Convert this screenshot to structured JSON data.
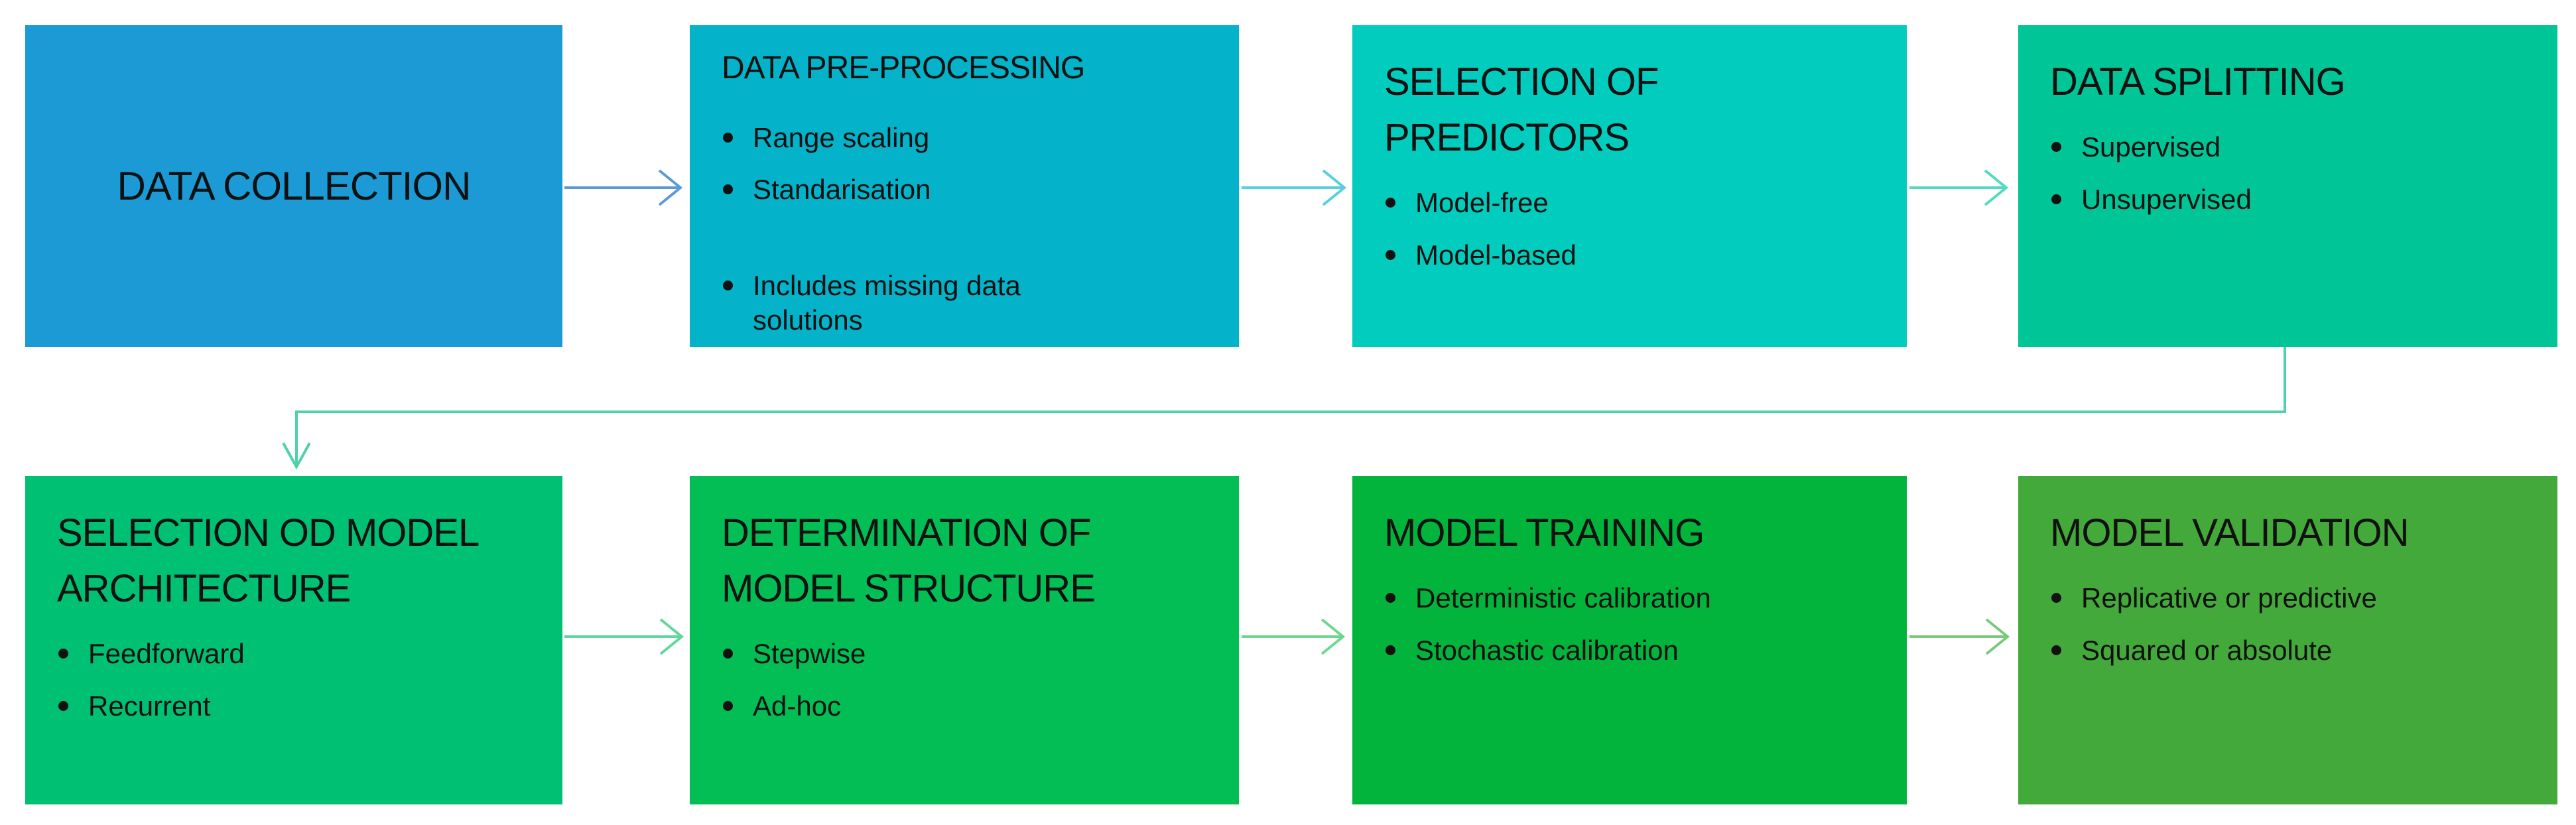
{
  "flowchart": {
    "background": "#ffffff",
    "text_color": "#111111",
    "boxes": [
      {
        "id": "data-collection",
        "title": "DATA COLLECTION",
        "bullets": [],
        "bg": "#1b9ad6"
      },
      {
        "id": "data-pre-processing",
        "title": "DATA PRE-PROCESSING",
        "bullets": [
          "Range scaling",
          "Standarisation",
          "",
          "Includes missing data\nsolutions"
        ],
        "bg": "#04b2c9"
      },
      {
        "id": "selection-of-predictors",
        "title": "SELECTION OF\nPREDICTORS",
        "bullets": [
          "Model-free",
          "Model-based"
        ],
        "bg": "#02ccbd"
      },
      {
        "id": "data-splitting",
        "title": "DATA SPLITTING",
        "bullets": [
          "Supervised",
          "Unsupervised"
        ],
        "bg": "#00c596"
      },
      {
        "id": "selection-od-model-architecture",
        "title": "SELECTION OD MODEL\nARCHITECTURE",
        "bullets": [
          "Feedforward",
          "Recurrent"
        ],
        "bg": "#00c073"
      },
      {
        "id": "determination-of-model-structure",
        "title": "DETERMINATION OF\nMODEL STRUCTURE",
        "bullets": [
          "Stepwise",
          "Ad-hoc"
        ],
        "bg": "#03bd55"
      },
      {
        "id": "model-training",
        "title": "MODEL TRAINING",
        "bullets": [
          "Deterministic calibration",
          "Stochastic calibration"
        ],
        "bg": "#02b43c"
      },
      {
        "id": "model-validation",
        "title": "MODEL VALIDATION",
        "bullets": [
          "Replicative or predictive",
          "Squared or absolute"
        ],
        "bg": "#44a93b"
      }
    ],
    "arrows": {
      "row1": [
        "#5b9bd5",
        "#56cfdf",
        "#52d9c0"
      ],
      "row2": [
        "#60d89a",
        "#6ed78f",
        "#79c97c"
      ],
      "connector": "#4fd3a6"
    }
  }
}
